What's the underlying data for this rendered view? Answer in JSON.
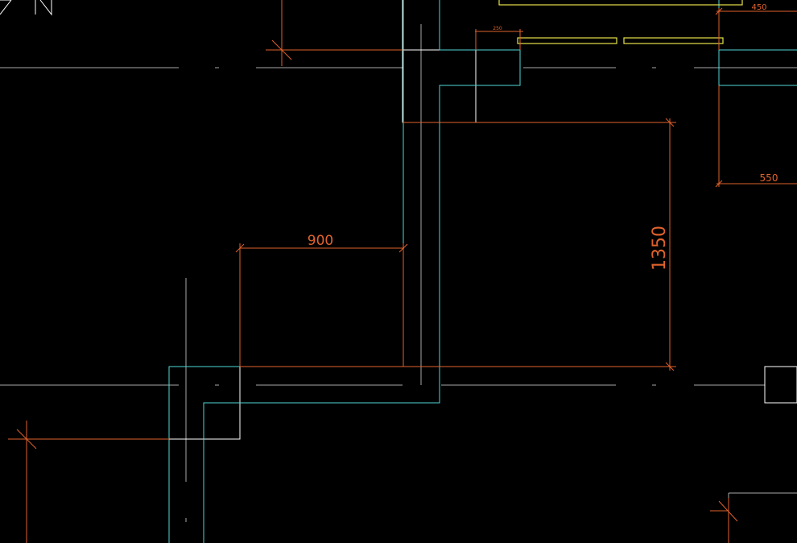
{
  "canvas": {
    "background": "#000000"
  },
  "colors": {
    "dimension": "#e0622c",
    "wall_outline": "#ffffff",
    "pipe_cyan": "#4fd6d6",
    "axis_grey": "#a9a9a9",
    "window_yellow": "#e8e34a"
  },
  "dimensions": {
    "width_900": "900",
    "height_1350": "1350",
    "dim_250": "250",
    "dim_450": "450",
    "dim_550": "550"
  }
}
